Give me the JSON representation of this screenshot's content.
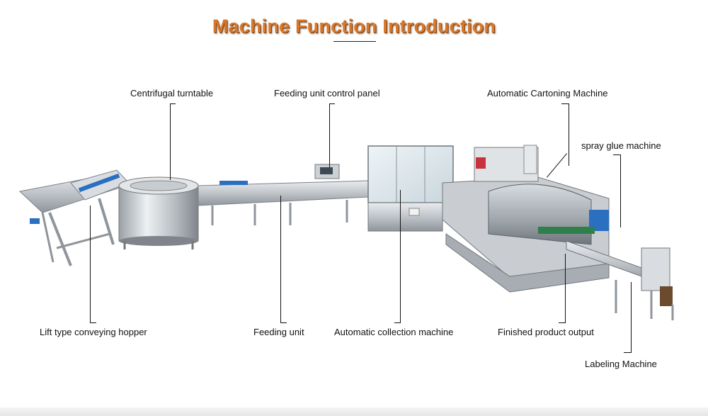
{
  "title": "Machine Function Introduction",
  "labels": {
    "centrifugal_turntable": "Centrifugal turntable",
    "feeding_control_panel": "Feeding unit control panel",
    "automatic_cartoning": "Automatic Cartoning Machine",
    "spray_glue": "spray glue machine",
    "lift_hopper": "Lift type conveying hopper",
    "feeding_unit": "Feeding unit",
    "collection_machine": "Automatic collection machine",
    "finished_output": "Finished product output",
    "labeling_machine": "Labeling Machine"
  },
  "colors": {
    "title": "#d9782a",
    "steel": "#c8ccd0",
    "steel_dark": "#8f959b",
    "accent_blue": "#2a6fc0",
    "glass": "#dfe9ef"
  }
}
